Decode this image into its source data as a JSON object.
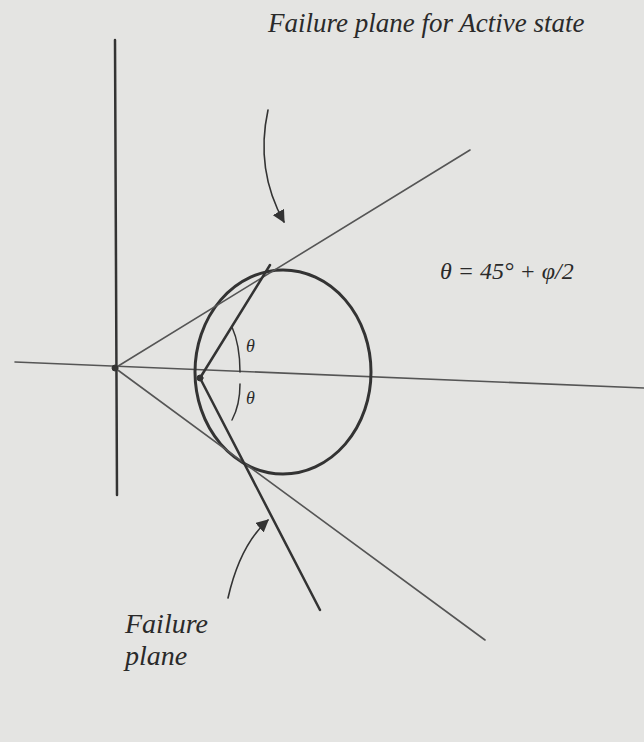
{
  "diagram": {
    "labels": [
      "Failure plane for Active state",
      "θ",
      "θ",
      "θ = 45° + φ/2",
      "Failure plane"
    ]
  }
}
